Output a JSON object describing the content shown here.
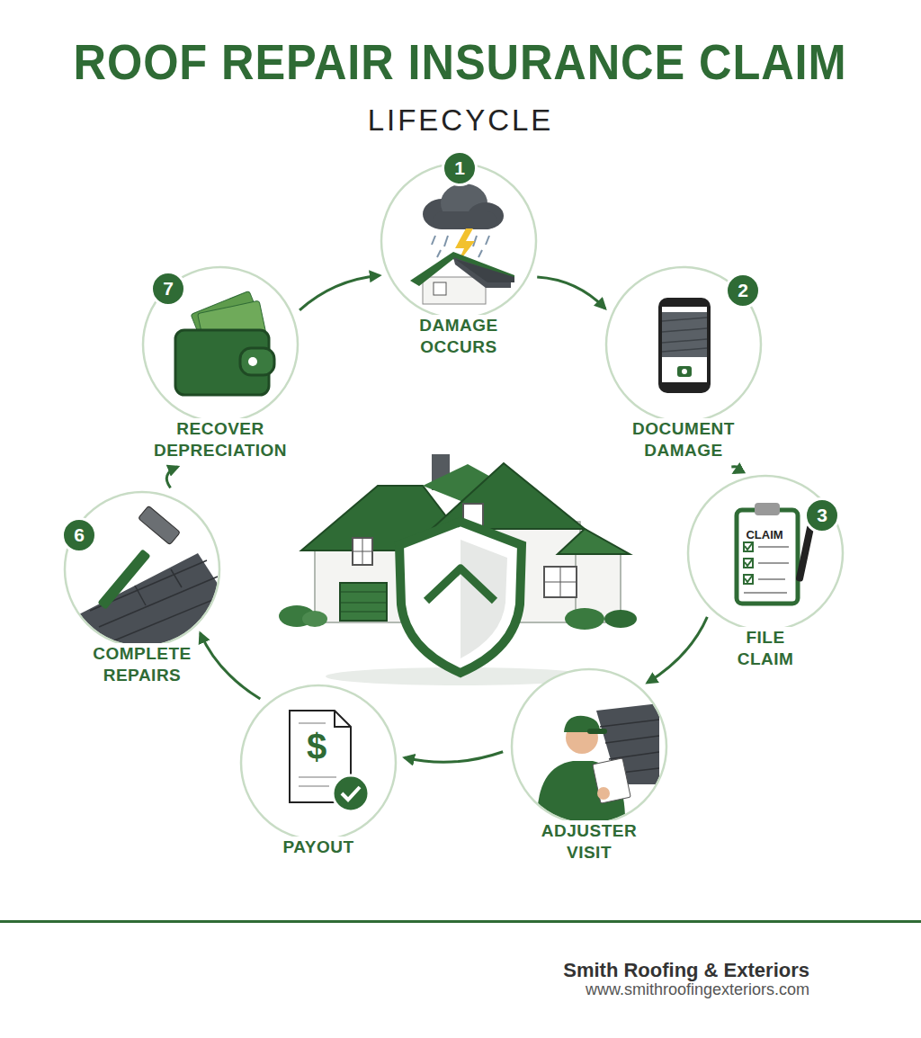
{
  "diagram": {
    "title": "ROOF REPAIR INSURANCE CLAIM",
    "nodes": [
      {
        "text": [
          "DAMAGE OCCURS"
        ]
      },
      {
        "text": [
          "DOCUMENT DAMAGE"
        ]
      },
      {
        "text": [
          "FILE CLAIM"
        ]
      },
      {
        "text": [
          "ADJUSTER VISIT"
        ]
      },
      {
        "text": [
          "PAYOUT"
        ]
      },
      {
        "text": [
          "COMPLETE REPAIRS"
        ]
      },
      {
        "text": [
          "RECOVER DEPRECIATION"
        ]
      }
    ],
    "edges": [
      {
        "from": 0,
        "to": 1,
        "arrow": "to"
      },
      {
        "from": 1,
        "to": 2,
        "arrow": "to"
      },
      {
        "from": 2,
        "to": 3,
        "arrow": "to"
      },
      {
        "from": 3,
        "to": 4,
        "arrow": "to"
      },
      {
        "from": 4,
        "to": 5,
        "arrow": "to"
      },
      {
        "from": 5,
        "to": 6,
        "arrow": "to"
      },
      {
        "from": 6,
        "to": 0,
        "arrow": "to"
      }
    ],
    "labels": [
      "LIFECYCLE",
      "1",
      "2",
      "3",
      "6",
      "7",
      "CLAIM",
      "$",
      "Smith Roofing & Exteriors",
      "www.smithroofingexteriors.com"
    ]
  }
}
